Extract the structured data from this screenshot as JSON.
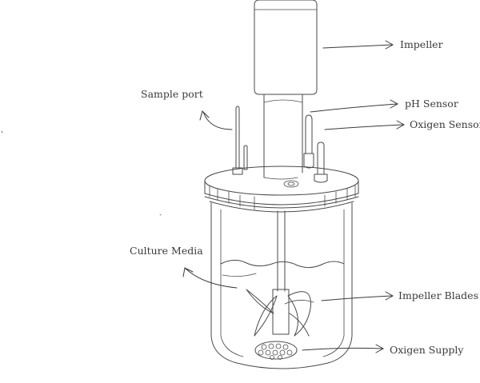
{
  "labels": {
    "impeller": "Impeller",
    "sample_port": "Sample port",
    "ph_sensor": "pH Sensor",
    "oxygen_sensor": "Oxigen Sensor",
    "culture_media": "Culture Media",
    "impeller_blades": "Impeller Blades",
    "oxygen_supply": "Oxigen Supply"
  }
}
